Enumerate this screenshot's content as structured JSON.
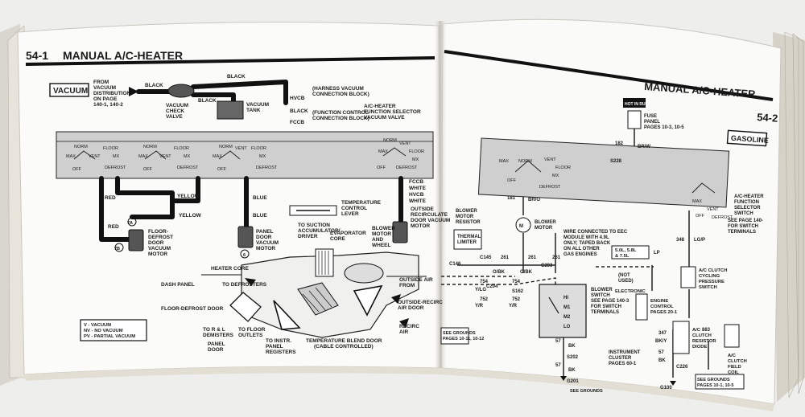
{
  "left_page": {
    "page_number": "54-1",
    "title": "MANUAL A/C-HEATER",
    "vacuum_tag": "VACUUM",
    "source_line1": "FROM",
    "source_line2": "VACUUM",
    "source_line3": "DISTRIBUTION",
    "source_line4": "ON PAGE",
    "source_line5": "140-1, 140-2",
    "black1": "BLACK",
    "black2": "BLACK",
    "black3": "BLACK",
    "black4": "BLACK",
    "check1": "VACUUM",
    "check2": "CHECK",
    "check3": "VALVE",
    "tank1": "VACUUM",
    "tank2": "TANK",
    "hvcb": "HVCB",
    "hvcb_desc1": "(HARNESS VACUUM",
    "hvcb_desc2": "CONNECTION BLOCK)",
    "fccb": "FCCB",
    "fccb_desc1": "(FUNCTION CONTROL",
    "fccb_desc2": "CONNECTION BLOCK)",
    "selector1": "A/C-HEATER",
    "selector2": "FUNCTION SELECTOR",
    "selector3": "VACUUM VALVE",
    "valve_norm": "NORM",
    "valve_max": "MAX",
    "valve_vent": "VENT",
    "valve_floor": "FLOOR",
    "valve_mx": "MX",
    "valve_off": "OFF",
    "valve_defrost": "DEFROST",
    "red1": "RED",
    "red2": "RED",
    "yellow1": "YELLOW",
    "yellow2": "YELLOW",
    "blue1": "BLUE",
    "blue2": "BLUE",
    "white1": "WHITE",
    "white2": "WHITE",
    "fccb2": "FCCB",
    "hvcb2": "HVCB",
    "temp1": "TEMPERATURE",
    "temp2": "CONTROL",
    "temp3": "LEVER",
    "outside1": "OUTSIDE",
    "outside2": "RECIRCULATE",
    "outside3": "DOOR VACUUM",
    "outside4": "MOTOR",
    "floor_motor1": "FLOOR-",
    "floor_motor2": "DEFROST",
    "floor_motor3": "DOOR",
    "floor_motor4": "VACUUM",
    "floor_motor5": "MOTOR",
    "panel_motor1": "PANEL",
    "panel_motor2": "DOOR",
    "panel_motor3": "VACUUM",
    "panel_motor4": "MOTOR",
    "label_7a": "7A",
    "label_7b": "7B",
    "label_6": "6",
    "suction1": "TO SUCTION",
    "suction2": "ACCUMULATOR/",
    "suction3": "DRIVER",
    "evap1": "EVAPORATOR",
    "evap2": "CORE",
    "blower1": "BLOWER",
    "blower2": "MOTOR",
    "blower3": "AND",
    "blower4": "WHEEL",
    "heater_core": "HEATER CORE",
    "dash_panel": "DASH PANEL",
    "to_defrosters": "TO DEFROSTERS",
    "outside_air1": "OUTSIDE AIR",
    "outside_air2": "FROM",
    "outside_recirc1": "OUTSIDE-RECIRC",
    "outside_recirc2": "AIR DOOR",
    "floor_defrost_door": "FLOOR-DEFROST DOOR",
    "recirc1": "RECIRC",
    "recirc2": "AIR",
    "legend_v": "V - VACUUM",
    "legend_nv": "NV - NO VACUUM",
    "legend_pv": "PV - PARTIAL VACUUM",
    "demisters1": "TO R & L",
    "demisters2": "DEMISTERS",
    "floor_outlets1": "TO FLOOR",
    "floor_outlets2": "OUTLETS",
    "panel_door1": "PANEL",
    "panel_door2": "DOOR",
    "instr1": "TO INSTR.",
    "instr2": "PANEL",
    "instr3": "REGISTERS",
    "blend1": "TEMPERATURE BLEND DOOR",
    "blend2": "(CABLE CONTROLLED)"
  },
  "right_page": {
    "title": "MANUAL A/C-HEATER",
    "page_number": "54-2",
    "gasoline_tag": "GASOLINE",
    "hot_in_run": "HOT IN RUN",
    "fuse1": "FUSE",
    "fuse2": "PANEL",
    "fuse3": "PAGES 10-3, 10-5",
    "w182": "182",
    "br_w": "BR/W",
    "s228": "S228",
    "max": "MAX",
    "norm": "NORM",
    "vent": "VENT",
    "floor": "FLOOR",
    "mx": "MX",
    "defrost": "DEFROST",
    "off": "OFF",
    "selector1": "A/C-HEATER",
    "selector2": "FUNCTION",
    "selector3": "SELECTOR",
    "selector4": "SWITCH",
    "selector5": "SEE PAGE 140-",
    "selector6": "FOR SWITCH",
    "selector7": "TERMINALS",
    "w181": "181",
    "br_o": "BR/O",
    "blower_motor1": "BLOWER",
    "blower_motor2": "MOTOR",
    "resistor1": "BLOWER",
    "resistor2": "MOTOR",
    "resistor3": "RESISTOR",
    "thermal1": "THERMAL",
    "thermal2": "LIMITER",
    "wire_note1": "WIRE CONNECTED TO EEC",
    "wire_note2": "MODULE WITH 4.9L",
    "wire_note3": "ONLY; TAPED BACK",
    "wire_note4": "ON ALL OTHER",
    "wire_note5": "GAS ENGINES",
    "w261a": "261",
    "w261b": "261",
    "w261c": "261",
    "o_bk": "O/BK",
    "c145": "C145",
    "c146": "C146",
    "c203": "C203",
    "c204": "C204",
    "s162": "S162",
    "w752": "752",
    "w754": "754",
    "w752b": "752",
    "w754b": "754",
    "y_lg": "Y/LG",
    "y_r": "Y/R",
    "engines1": "5.0L, 5.8L",
    "engines2": "& 7.5L",
    "lp": "LP",
    "w348": "348",
    "lg_p": "LG/P",
    "blower_switch1": "BLOWER",
    "blower_switch2": "SWITCH",
    "blower_switch3": "SEE PAGE 140-3",
    "blower_switch4": "FOR SWITCH",
    "blower_switch5": "TERMINALS",
    "hi": "HI",
    "m1": "M1",
    "m2": "M2",
    "lo": "LO",
    "not_used1": "(NOT",
    "not_used2": "USED)",
    "eec1": "ELECTRONIC",
    "eec2": "ENGINE",
    "eec3": "CONTROL",
    "eec4": "PAGES 20-1",
    "cycling1": "A/C CLUTCH",
    "cycling2": "CYCLING",
    "cycling3": "PRESSURE",
    "cycling4": "SWITCH",
    "clutch_diode1": "A/C",
    "clutch_diode2": "CLUTCH",
    "clutch_diode3": "RESISTOR",
    "clutch_diode4": "DIODE",
    "field_coil1": "A/C",
    "field_coil2": "CLUTCH",
    "field_coil3": "FIELD",
    "field_coil4": "COIL",
    "instrument1": "INSTRUMENT",
    "instrument2": "CLUSTER",
    "instrument3": "PAGES 60-1",
    "s202": "S202",
    "g201": "G201",
    "w57a": "57",
    "w57b": "57",
    "bk1": "BK",
    "bk2": "BK",
    "see_grounds1": "SEE GROUNDS",
    "see_grounds2": "PAGES 10-11, 10-12",
    "ground_left1": "SEE GROUNDS",
    "w347": "347",
    "bk_y": "BK/Y",
    "c226": "C226",
    "g100": "G100",
    "see_grounds3": "SEE GROUNDS",
    "see_grounds4": "PAGES 10-1, 10-5",
    "w883": "883",
    "w57c": "57",
    "bk3": "BK"
  }
}
